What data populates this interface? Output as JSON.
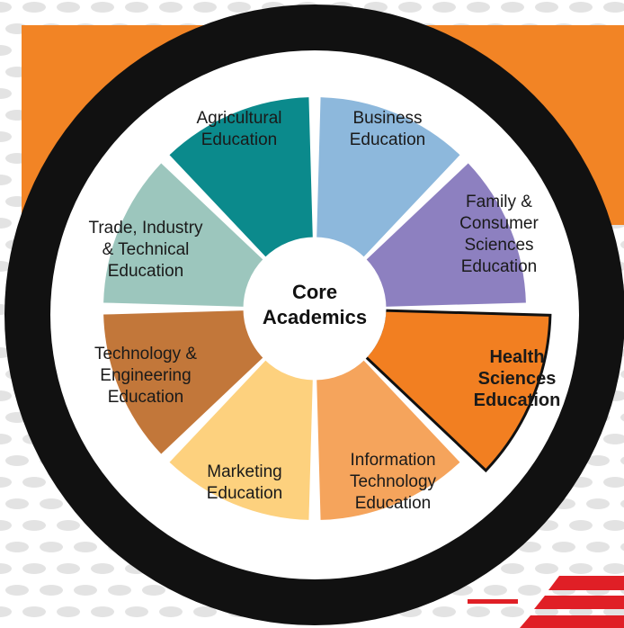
{
  "center": {
    "lines": [
      "Core",
      "Academics"
    ]
  },
  "segments": [
    {
      "key": "agricultural",
      "lines": [
        "Agricultural",
        "Education"
      ],
      "color": "#0b8a8c",
      "highlight": false
    },
    {
      "key": "business",
      "lines": [
        "Business",
        "Education"
      ],
      "color": "#8db8dc",
      "highlight": false
    },
    {
      "key": "family-consumer",
      "lines": [
        "Family &",
        "Consumer",
        "Sciences",
        "Education"
      ],
      "color": "#8d80c0",
      "highlight": false
    },
    {
      "key": "health-sciences",
      "lines": [
        "Health",
        "Sciences",
        "Education"
      ],
      "color": "#f27f21",
      "highlight": true
    },
    {
      "key": "information-technology",
      "lines": [
        "Information",
        "Technology",
        "Education"
      ],
      "color": "#f5a45c",
      "highlight": false
    },
    {
      "key": "marketing",
      "lines": [
        "Marketing",
        "Education"
      ],
      "color": "#fdd17e",
      "highlight": false
    },
    {
      "key": "technology-engineering",
      "lines": [
        "Technology &",
        "Engineering",
        "Education"
      ],
      "color": "#c2773a",
      "highlight": false
    },
    {
      "key": "trade-industry",
      "lines": [
        "Trade, Industry",
        "& Technical",
        "Education"
      ],
      "color": "#9cc6bd",
      "highlight": false
    }
  ],
  "colors": {
    "backdrop_orange": "#f28425",
    "ring": "#111111",
    "hub": "#ffffff",
    "dots": "#e3e3e3",
    "logo_red": "#e01f26"
  }
}
